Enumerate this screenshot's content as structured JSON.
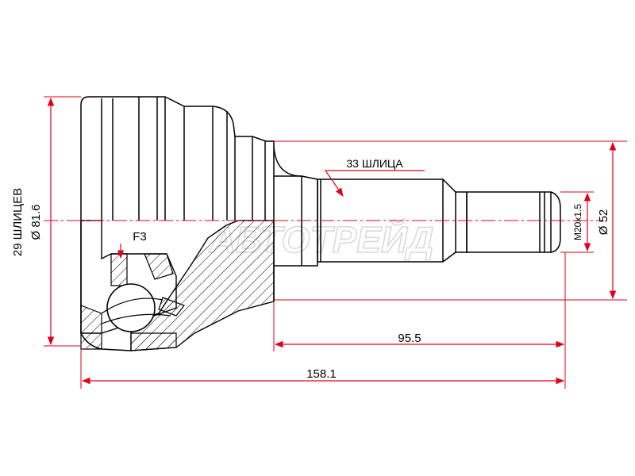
{
  "drawing": {
    "labels": {
      "outer_splines": "29 ШЛИЦЕВ",
      "outer_diameter": "Ø 81.6",
      "inner_splines": "33 ШЛИЦА",
      "thread": "M20x1.5",
      "shaft_diameter": "Ø 52",
      "feature": "F3",
      "shaft_length": "95.5",
      "total_length": "158.1"
    },
    "watermark": "АВТОТРЕЙД",
    "colors": {
      "outline": "#000000",
      "dimension": "#e0001a",
      "hatch": "#000000",
      "watermark": "#d8d8d8"
    }
  }
}
